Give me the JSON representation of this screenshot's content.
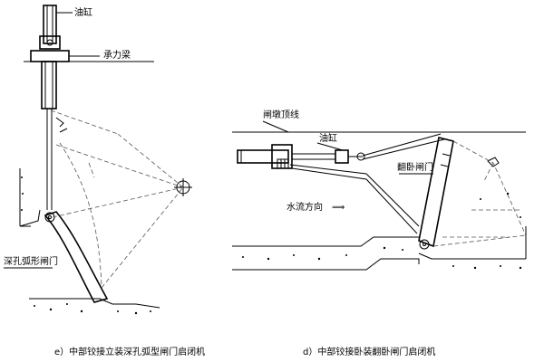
{
  "left": {
    "label_cylinder": "油缸",
    "label_support": "承力梁",
    "label_gate": "深孔弧形闸门",
    "caption": "e）中部铰接立装深孔弧型闸门启闭机"
  },
  "right": {
    "label_pier_top": "闸墩顶线",
    "label_cylinder": "油缸",
    "label_gate": "翻卧闸门",
    "label_flow": "水流方向",
    "flow_arrow": "⟹",
    "caption": "d）中部铰接卧装翻卧闸门启闭机"
  }
}
